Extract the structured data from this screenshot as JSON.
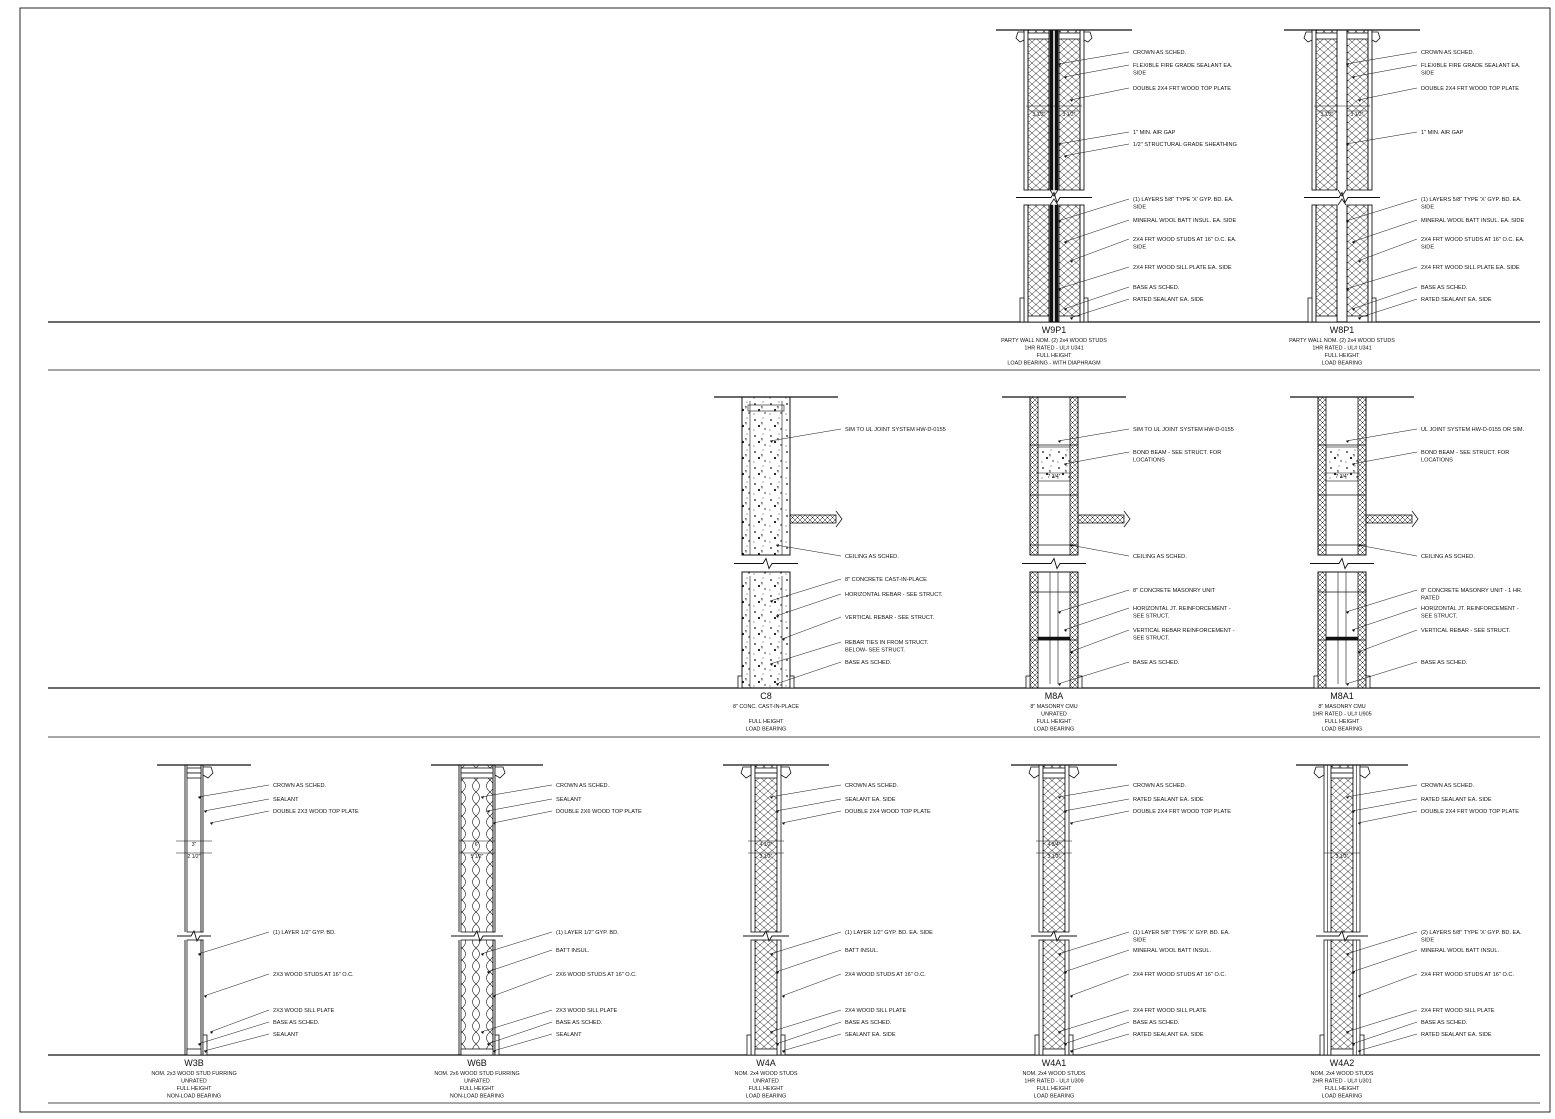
{
  "colors": {
    "line": "#111111",
    "paper": "#ffffff"
  },
  "rows": [
    {
      "details": [
        {
          "tag": "W9P1",
          "kind": "wood-double",
          "diaphragm": true,
          "subtitle": [
            "PARTY WALL NOM. (2) 2x4 WOOD STUDS",
            "1HR RATED - UL# U341",
            "FULL HEIGHT",
            "LOAD BEARING - WITH DIAPHRAGM"
          ],
          "dims": [
            "3 1/2\"",
            "3 1/2\""
          ],
          "notes_upper": [
            "CROWN AS SCHED.",
            "FLEXIBLE FIRE GRADE SEALANT EA.|SIDE",
            "DOUBLE 2X4 FRT WOOD TOP PLATE",
            "1\" MIN. AIR GAP",
            "1/2\" STRUCTURAL GRADE SHEATHING"
          ],
          "notes_lower": [
            "(1) LAYERS 5/8\" TYPE 'X' GYP. BD. EA.|SIDE",
            "MINERAL WOOL BATT INSUL. EA. SIDE",
            "2X4 FRT WOOD STUDS AT 16\" O.C. EA.|SIDE",
            "2X4 FRT WOOD SILL PLATE EA. SIDE",
            "BASE AS SCHED.",
            "RATED SEALANT EA. SIDE"
          ]
        },
        {
          "tag": "W8P1",
          "kind": "wood-double",
          "diaphragm": false,
          "subtitle": [
            "PARTY WALL NOM. (2) 2x4 WOOD STUDS",
            "1HR RATED - UL# U341",
            "FULL HEIGHT",
            "LOAD BEARING"
          ],
          "dims": [
            "3 1/2\"",
            "3 1/2\""
          ],
          "notes_upper": [
            "CROWN AS SCHED.",
            "FLEXIBLE FIRE GRADE SEALANT EA.|SIDE",
            "DOUBLE 2X4 FRT WOOD TOP PLATE",
            "1\" MIN. AIR GAP"
          ],
          "notes_lower": [
            "(1) LAYERS 5/8\" TYPE 'X' GYP. BD. EA.|SIDE",
            "MINERAL WOOL BATT INSUL. EA. SIDE",
            "2X4 FRT WOOD STUDS AT 16\" O.C. EA.|SIDE",
            "2X4 FRT WOOD SILL PLATE EA. SIDE",
            "BASE AS SCHED.",
            "RATED SEALANT EA. SIDE"
          ]
        }
      ]
    },
    {
      "details": [
        {
          "tag": "C8",
          "kind": "concrete",
          "subtitle": [
            "8\" CONC. CAST-IN-PLACE",
            "",
            "FULL HEIGHT",
            "LOAD BEARING"
          ],
          "dims": [],
          "notes_upper": [
            "SIM TO UL JOINT SYSTEM HW-D-0155",
            "CEILING AS SCHED."
          ],
          "notes_lower": [
            "8\" CONCRETE CAST-IN-PLACE",
            "HORIZONTAL REBAR - SEE STRUCT.",
            "VERTICAL REBAR - SEE STRUCT.",
            "REBAR TIES IN FROM STRUCT.|BELOW- SEE STRUCT.",
            "BASE AS SCHED."
          ]
        },
        {
          "tag": "M8A",
          "kind": "masonry",
          "subtitle": [
            "8\" MASONRY CMU",
            "UNRATED",
            "FULL HEIGHT",
            "LOAD BEARING"
          ],
          "dims": [
            "7 3/4\""
          ],
          "notes_upper": [
            "SIM TO UL JOINT SYSTEM HW-D-0155",
            "BOND BEAM - SEE STRUCT. FOR|LOCATIONS",
            "CEILING AS SCHED."
          ],
          "notes_lower": [
            "8\" CONCRETE MASONRY UNIT",
            "HORIZONTAL JT. REINFORCEMENT -|SEE STRUCT.",
            "VERTICAL REBAR REINFORCEMENT -|SEE STRUCT.",
            "BASE AS SCHED."
          ]
        },
        {
          "tag": "M8A1",
          "kind": "masonry",
          "subtitle": [
            "8\" MASONRY CMU",
            "1HR RATED - UL# U905",
            "FULL HEIGHT",
            "LOAD BEARING"
          ],
          "dims": [
            "7 3/4\""
          ],
          "notes_upper": [
            "UL JOINT SYSTEM HW-D-0155 OR SIM.",
            "BOND BEAM - SEE STRUCT. FOR|LOCATIONS",
            "CEILING AS SCHED."
          ],
          "notes_lower": [
            "8\" CONCRETE MASONRY UNIT - 1 HR.|RATED",
            "HORIZONTAL JT. REINFORCEMENT -|SEE STRUCT.",
            "VERTICAL REBAR - SEE STRUCT.",
            "BASE AS SCHED."
          ]
        }
      ]
    },
    {
      "details": [
        {
          "tag": "W3B",
          "kind": "furring-thin",
          "subtitle": [
            "NOM. 2x3 WOOD STUD FURRING",
            "UNRATED",
            "FULL HEIGHT",
            "NON-LOAD BEARING"
          ],
          "dims": [
            "3\"",
            "2 1/2\""
          ],
          "notes_upper": [
            "CROWN AS SCHED.",
            "SEALANT",
            "DOUBLE 2X3 WOOD TOP PLATE"
          ],
          "notes_lower": [
            "(1) LAYER 1/2\" GYP. BD.",
            "2X3 WOOD STUDS AT 16\" O.C.",
            "2X3 WOOD SILL PLATE",
            "BASE AS SCHED.",
            "SEALANT"
          ]
        },
        {
          "tag": "W6B",
          "kind": "furring-wide",
          "subtitle": [
            "NOM. 2x6 WOOD STUD FURRING",
            "UNRATED",
            "FULL HEIGHT",
            "NON-LOAD BEARING"
          ],
          "dims": [
            "6\"",
            "5 1/2\""
          ],
          "notes_upper": [
            "CROWN AS SCHED.",
            "SEALANT",
            "DOUBLE 2X6 WOOD TOP PLATE"
          ],
          "notes_lower": [
            "(1) LAYER 1/2\" GYP. BD.",
            "BATT INSUL.",
            "2X6 WOOD STUDS AT 16\" O.C.",
            "2X3 WOOD SILL PLATE",
            "BASE AS SCHED.",
            "SEALANT"
          ]
        },
        {
          "tag": "W4A",
          "kind": "wood-single",
          "subtitle": [
            "NOM. 2x4 WOOD STUDS",
            "UNRATED",
            "FULL HEIGHT",
            "LOAD BEARING"
          ],
          "dims": [
            "4 1/2\"",
            "3 1/2\""
          ],
          "notes_upper": [
            "CROWN AS SCHED.",
            "SEALANT EA. SIDE",
            "DOUBLE 2X4 WOOD TOP PLATE"
          ],
          "notes_lower": [
            "(1) LAYER 1/2\" GYP. BD. EA. SIDE",
            "BATT INSUL.",
            "2X4 WOOD STUDS AT 16\" O.C.",
            "2X4 WOOD SILL PLATE",
            "BASE AS SCHED.",
            "SEALANT EA. SIDE"
          ]
        },
        {
          "tag": "W4A1",
          "kind": "wood-single",
          "subtitle": [
            "NOM. 2x4 WOOD STUDS",
            "1HR RATED - UL# U309",
            "FULL HEIGHT",
            "LOAD BEARING"
          ],
          "dims": [
            "4 3/4\"",
            "3 1/2\""
          ],
          "notes_upper": [
            "CROWN AS SCHED.",
            "RATED SEALANT EA. SIDE",
            "DOUBLE 2X4 FRT WOOD TOP PLATE"
          ],
          "notes_lower": [
            "(1) LAYER 5/8\" TYPE 'X' GYP. BD. EA.|SIDE",
            "MINERAL WOOL BATT INSUL.",
            "2X4 FRT WOOD STUDS AT 16\" O.C.",
            "2X4 FRT WOOD SILL PLATE",
            "BASE AS SCHED.",
            "RATED SEALANT EA. SIDE"
          ]
        },
        {
          "tag": "W4A2",
          "kind": "wood-single-2hr",
          "subtitle": [
            "NOM. 2x4 WOOD STUDS",
            "2HR RATED - UL# U301",
            "FULL HEIGHT",
            "LOAD BEARING"
          ],
          "dims": [
            "",
            "3 1/2\""
          ],
          "notes_upper": [
            "CROWN AS SCHED.",
            "RATED SEALANT EA. SIDE",
            "DOUBLE 2X4 FRT WOOD TOP PLATE"
          ],
          "notes_lower": [
            "(2) LAYERS 5/8\" TYPE 'X' GYP. BD. EA.|SIDE",
            "MINERAL WOOL BATT INSUL.",
            "2X4 FRT WOOD STUDS AT 16\" O.C.",
            "2X4 FRT WOOD SILL PLATE",
            "BASE AS SCHED.",
            "RATED SEALANT EA. SIDE"
          ]
        }
      ]
    }
  ]
}
